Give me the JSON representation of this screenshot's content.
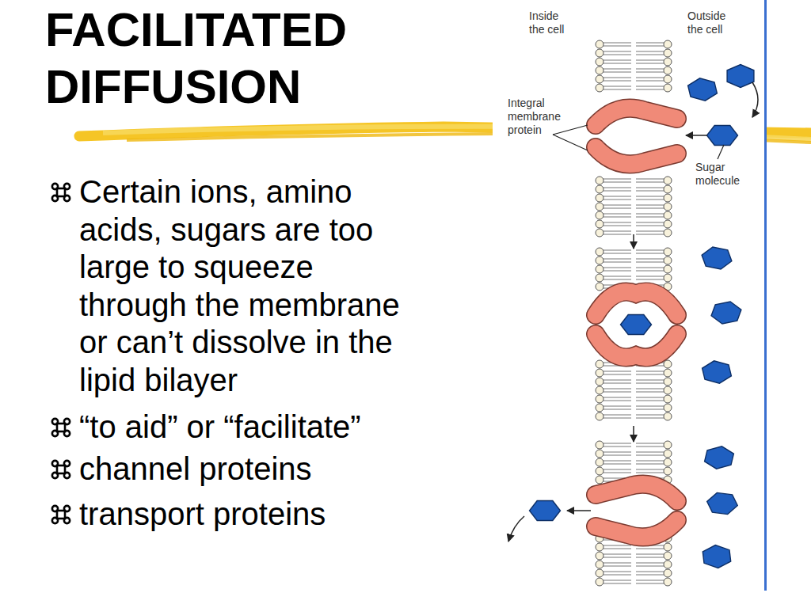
{
  "diagram": {
    "title": "FACILITATED DIFFUSION",
    "labels": [
      "Certain ions, amino acids, sugars are too large to squeeze through the membrane or can’t dissolve in the lipid bilayer",
      "“to aid” or “facilitate”",
      "channel proteins",
      "transport proteins",
      "Inside the cell",
      "Outside the cell",
      "Integral membrane protein",
      "Sugar molecule"
    ]
  }
}
